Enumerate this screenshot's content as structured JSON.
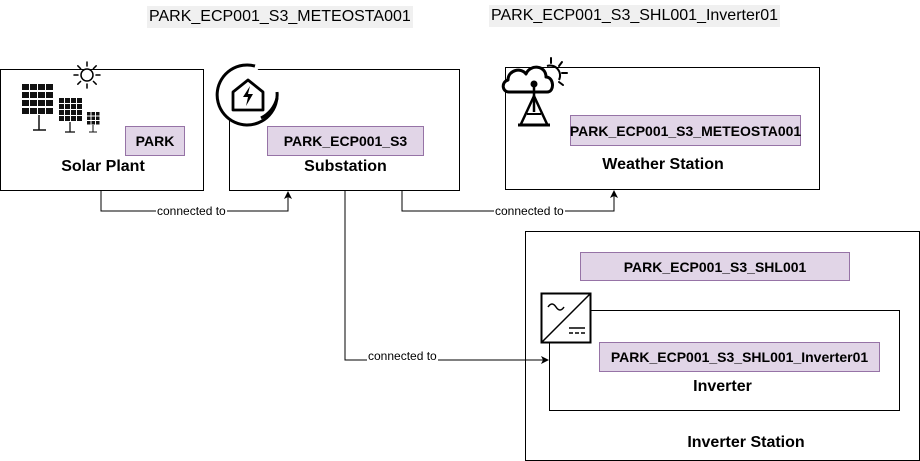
{
  "labels": {
    "meteo_header": "PARK_ECP001_S3_METEOSTA001",
    "inverter_header": "PARK_ECP001_S3_SHL001_Inverter01"
  },
  "solar_plant": {
    "tag": "PARK",
    "title": "Solar Plant"
  },
  "substation": {
    "tag": "PARK_ECP001_S3",
    "title": "Substation"
  },
  "weather_station": {
    "tag": "PARK_ECP001_S3_METEOSTA001",
    "title": "Weather Station"
  },
  "inverter_station": {
    "tag": "PARK_ECP001_S3_SHL001",
    "title": "Inverter Station"
  },
  "inverter": {
    "tag": "PARK_ECP001_S3_SHL001_Inverter01",
    "title": "Inverter"
  },
  "edges": [
    {
      "label": "connected to"
    },
    {
      "label": "connected to"
    },
    {
      "label": "connected to"
    }
  ],
  "icons": {
    "solar": "solar-panel-icon",
    "sun": "sun-icon",
    "substation": "house-lightning-icon",
    "weather": "weather-station-icon",
    "inverter": "inverter-icon"
  }
}
